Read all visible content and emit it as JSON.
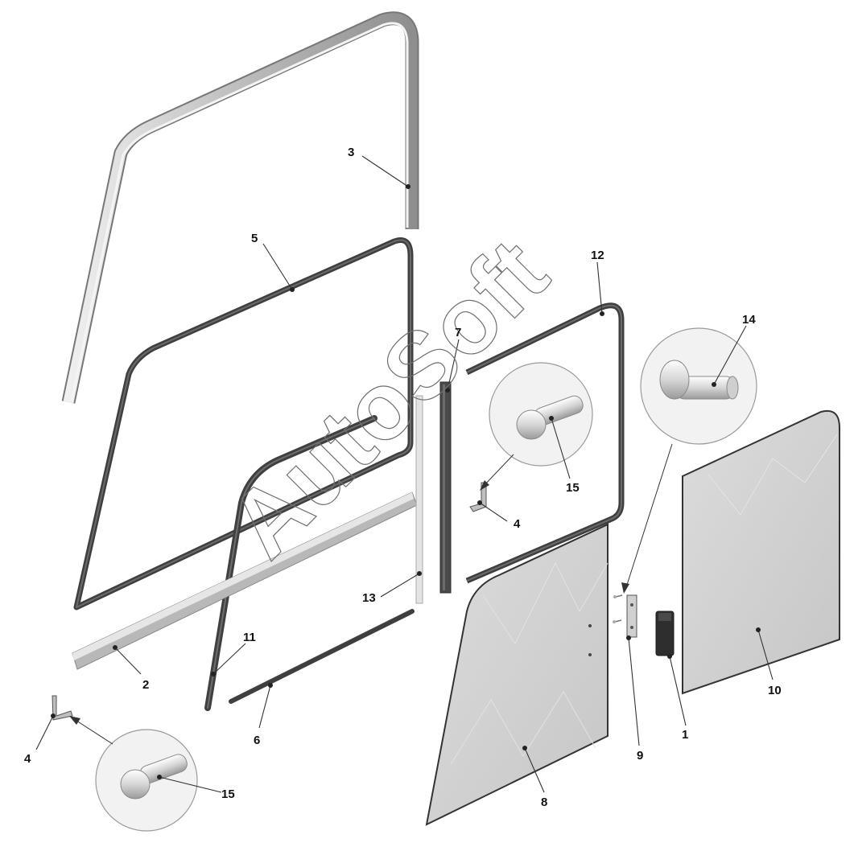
{
  "watermark": "AutoSoft",
  "callouts": {
    "c1": "1",
    "c2": "2",
    "c3": "3",
    "c4a": "4",
    "c4b": "4",
    "c5": "5",
    "c6": "6",
    "c7": "7",
    "c8": "8",
    "c9": "9",
    "c10": "10",
    "c11": "11",
    "c12": "12",
    "c13": "13",
    "c14": "14",
    "c15a": "15",
    "c15b": "15"
  },
  "colors": {
    "seal": "#4a4a4a",
    "channel": "#c8c8c8",
    "glass": "#d4d4d4",
    "outline": "#333333",
    "detail_circle": "#f2f2f2"
  }
}
